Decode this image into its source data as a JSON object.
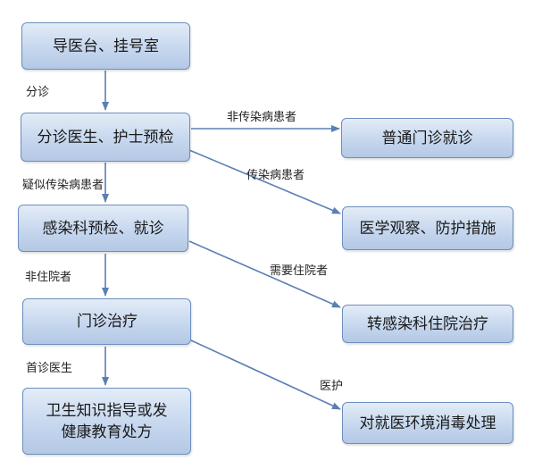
{
  "nodes": {
    "triage_desk": "导医台、挂号室",
    "pre_check": "分诊医生、护士预检",
    "general_clinic": "普通门诊就诊",
    "infection_pre_check": "感染科预检、就诊",
    "observation": "医学观察、防护措施",
    "outpatient_treatment": "门诊治疗",
    "transfer_inpatient": "转感染科住院治疗",
    "health_education": "卫生知识指导或发\n健康教育处方",
    "disinfection": "对就医环境消毒处理"
  },
  "edge_labels": {
    "triage": "分诊",
    "non_infectious": "非传染病患者",
    "suspected_infectious": "疑似传染病患者",
    "infectious": "传染病患者",
    "non_inpatient": "非住院者",
    "needs_inpatient": "需要住院者",
    "first_doctor": "首诊医生",
    "medical_care": "医护"
  },
  "colors": {
    "box_border": "#6c8ebf",
    "arrow": "#5b7fb5"
  }
}
